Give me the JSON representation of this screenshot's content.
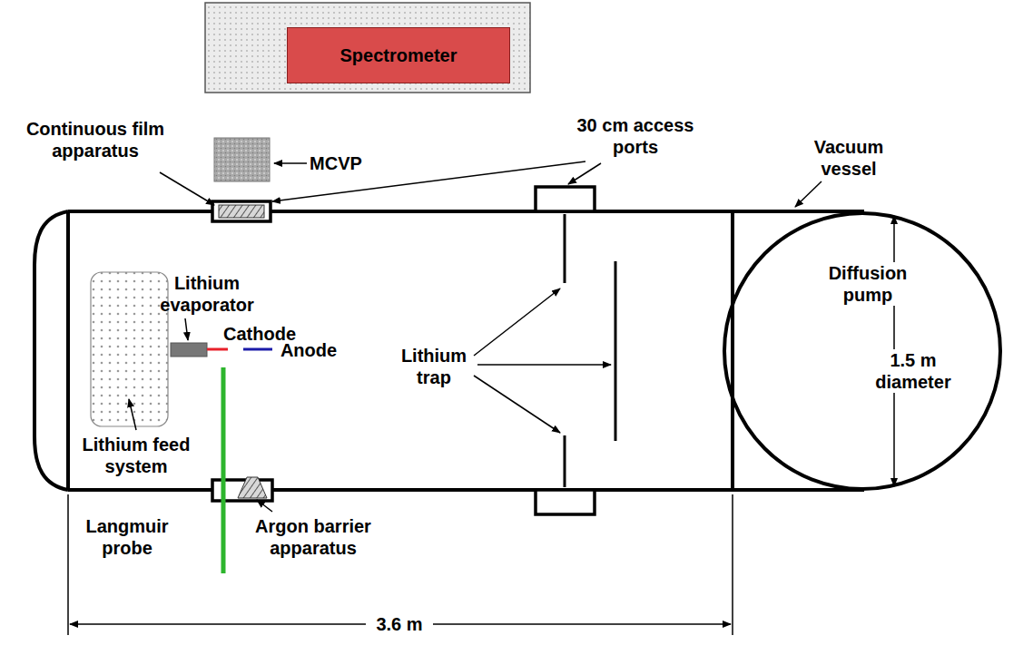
{
  "diagram": {
    "nodes": [
      {
        "text": [
          "Spectrometer"
        ]
      },
      {
        "text": [
          "Diffusion pump",
          "1.5 m diameter"
        ]
      }
    ],
    "labels": [
      "Continuous film apparatus",
      "30 cm access ports",
      "Vacuum vessel",
      "MCVP",
      "Lithium evaporator",
      "Cathode",
      "Anode",
      "Lithium trap",
      "Lithium feed system",
      "Langmuir probe",
      "Argon barrier apparatus",
      "3.6 m"
    ]
  }
}
